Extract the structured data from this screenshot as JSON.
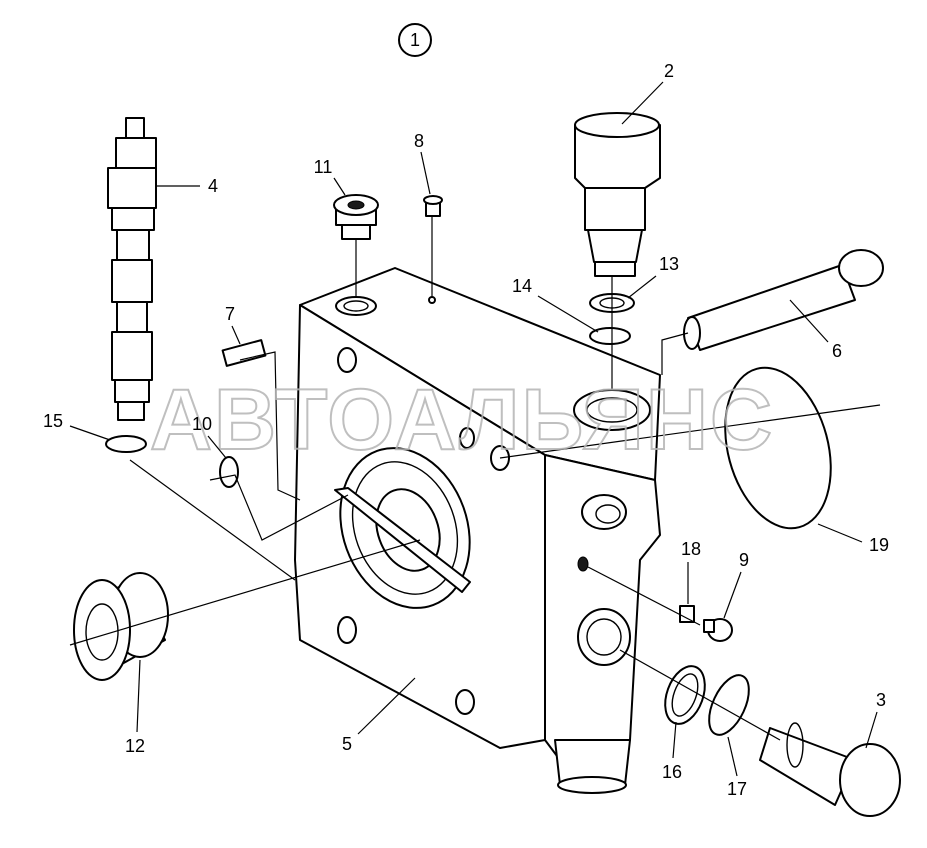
{
  "diagram": {
    "group_number": "1",
    "watermark": "АВТОАЛЬЯНС",
    "parts": [
      {
        "number": "2"
      },
      {
        "number": "3"
      },
      {
        "number": "4"
      },
      {
        "number": "5"
      },
      {
        "number": "6"
      },
      {
        "number": "7"
      },
      {
        "number": "8"
      },
      {
        "number": "9"
      },
      {
        "number": "10"
      },
      {
        "number": "11"
      },
      {
        "number": "12"
      },
      {
        "number": "13"
      },
      {
        "number": "14"
      },
      {
        "number": "15"
      },
      {
        "number": "16"
      },
      {
        "number": "17"
      },
      {
        "number": "18"
      },
      {
        "number": "19"
      }
    ]
  }
}
